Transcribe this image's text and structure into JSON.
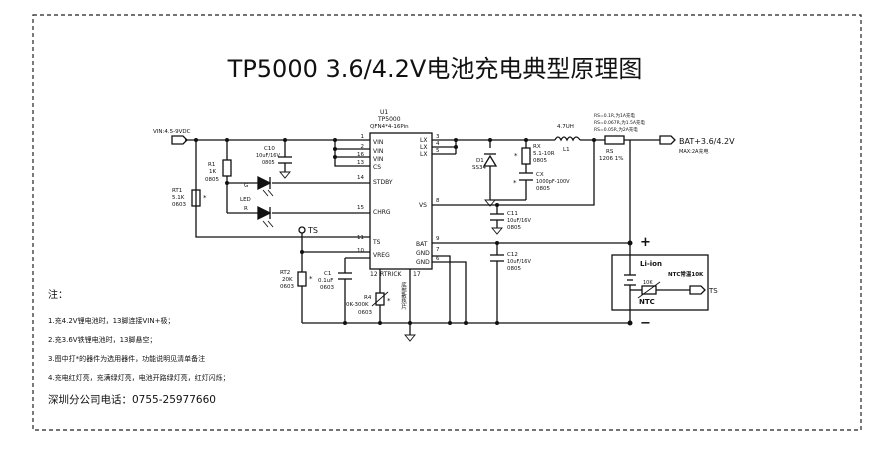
{
  "title": "TP5000 3.6/4.2V电池充电典型原理图",
  "ic": {
    "ref": "U1",
    "name": "TP5000",
    "package": "QFN4*4-16Pin",
    "left_pins": [
      {
        "label": "VIN",
        "num": "1"
      },
      {
        "label": "VIN",
        "num": "2"
      },
      {
        "label": "VIN",
        "num": "16"
      },
      {
        "label": "CS",
        "num": "13"
      },
      {
        "label": "STDBY",
        "num": "14"
      },
      {
        "label": "CHRG",
        "num": "15"
      },
      {
        "label": "TS",
        "num": "11"
      },
      {
        "label": "VREG",
        "num": "10"
      }
    ],
    "bottom_pins": [
      {
        "label": "RTRICK",
        "num": "12"
      },
      {
        "label": "17",
        "num": ""
      }
    ],
    "right_pins": [
      {
        "label": "LX",
        "num": "3"
      },
      {
        "label": "LX",
        "num": "4"
      },
      {
        "label": "LX",
        "num": "5"
      },
      {
        "label": "VS",
        "num": "8"
      },
      {
        "label": "BAT",
        "num": "9"
      },
      {
        "label": "GND",
        "num": "7"
      },
      {
        "label": "GND",
        "num": "6"
      }
    ]
  },
  "net_labels": {
    "vin": "VIN:4.5-9VDC",
    "ts1": "TS",
    "ts2": "TS",
    "bat": "BAT+3.6/4.2V",
    "bat_note": "MAX:2A充电",
    "plus": "+",
    "minus": "−",
    "thermal_pad": "底部散热片"
  },
  "components": {
    "c10": {
      "ref": "C10",
      "value": "10uF/16V",
      "size": "0805"
    },
    "r1": {
      "ref": "R1",
      "value": "1K",
      "size": "0805"
    },
    "led_g": {
      "ref": "G",
      "value": "LED"
    },
    "led_r": {
      "ref": "R"
    },
    "rt1": {
      "ref": "RT1",
      "value": "5.1K",
      "size": "0603",
      "mark": "*"
    },
    "rt2": {
      "ref": "RT2",
      "value": "20K",
      "size": "0603",
      "mark": "*"
    },
    "c1": {
      "ref": "C1",
      "value": "0.1uF",
      "size": "0603"
    },
    "r4": {
      "ref": "R4",
      "value": "0K-300K",
      "size": "0603",
      "mark": "*"
    },
    "d1": {
      "ref": "D1",
      "value": "SS34"
    },
    "rx": {
      "ref": "RX",
      "value": "5.1-10R",
      "size": "0805",
      "mark": "*"
    },
    "cx": {
      "ref": "CX",
      "value": "1000pF-100V",
      "size": "0805",
      "mark": "*"
    },
    "l1": {
      "ref": "L1",
      "value": "4.7UH"
    },
    "rs": {
      "ref": "RS",
      "value": "1206 1%"
    },
    "c11": {
      "ref": "C11",
      "value": "10uF/16V",
      "size": "0805"
    },
    "c12": {
      "ref": "C12",
      "value": "10uF/16V",
      "size": "0805"
    },
    "battery": {
      "label": "Li-ion"
    },
    "ntc": {
      "ref": "10K",
      "label": "NTC",
      "note": "NTC常温10K"
    }
  },
  "rs_notes": [
    "RS=0.1R,为1A充电",
    "RS=0.067R,为1.5A充电",
    "RS=0.05R,为2A充电"
  ],
  "notes": {
    "heading": "注：",
    "items": [
      "1.充4.2V锂电池时，13脚连接VIN+极；",
      "2.充3.6V铁锂电池时，13脚悬空；",
      "3.图中打*的器件为选用器件，功能说明见清单备注",
      "4.充电红灯亮，充满绿灯亮，电池开路绿灯亮，红灯闪烁；"
    ],
    "phone": "深圳分公司电话：0755-25977660"
  }
}
